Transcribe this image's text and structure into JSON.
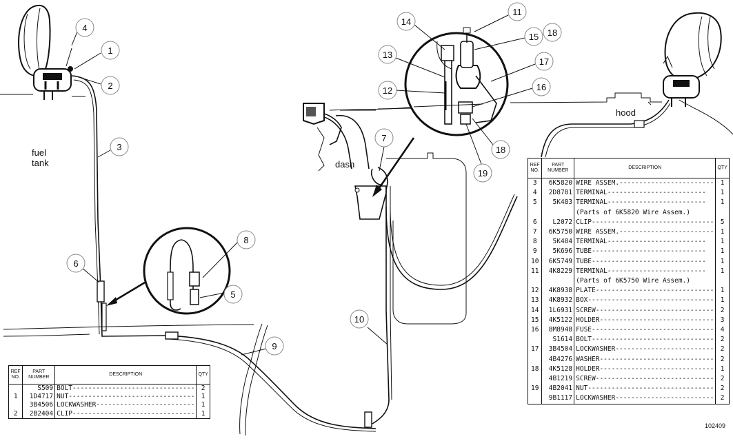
{
  "labels": {
    "fuel_tank": [
      "fuel",
      "tank"
    ],
    "dash": "dash",
    "hood": "hood",
    "doc_number": "102409"
  },
  "callouts": [
    "1",
    "2",
    "3",
    "4",
    "5",
    "6",
    "7",
    "8",
    "9",
    "10",
    "11",
    "12",
    "13",
    "14",
    "15",
    "16",
    "17",
    "18",
    "18",
    "19"
  ],
  "right_table": {
    "headers": {
      "ref": [
        "REF",
        "NO."
      ],
      "part": [
        "PART",
        "NUMBER"
      ],
      "desc": "DESCRIPTION",
      "qty": "QTY"
    },
    "rows": [
      {
        "ref": "3",
        "part": "6K5820",
        "desc": "WIRE ASSEM.------------------------",
        "qty": "1"
      },
      {
        "ref": "4",
        "part": "2D8781",
        "desc": "  TERMINAL-------------------------",
        "qty": "1"
      },
      {
        "ref": "5",
        "part": "5K483",
        "desc": "  TERMINAL-------------------------",
        "qty": "1"
      },
      {
        "ref": "",
        "part": "",
        "desc": "   (Parts of 6K5820 Wire Assem.)",
        "qty": ""
      },
      {
        "ref": "6",
        "part": "L2072",
        "desc": "CLIP-------------------------------",
        "qty": "5"
      },
      {
        "ref": "7",
        "part": "6K5750",
        "desc": "WIRE ASSEM.------------------------",
        "qty": "1"
      },
      {
        "ref": "8",
        "part": "5K484",
        "desc": "  TERMINAL-------------------------",
        "qty": "1"
      },
      {
        "ref": "9",
        "part": "5K696",
        "desc": "  TUBE-----------------------------",
        "qty": "1"
      },
      {
        "ref": "10",
        "part": "6K5749",
        "desc": "  TUBE-----------------------------",
        "qty": "1"
      },
      {
        "ref": "11",
        "part": "4K8229",
        "desc": "  TERMINAL-------------------------",
        "qty": "1"
      },
      {
        "ref": "",
        "part": "",
        "desc": "   (Parts of 6K5750 Wire Assem.)",
        "qty": ""
      },
      {
        "ref": "12",
        "part": "4K8938",
        "desc": "PLATE------------------------------",
        "qty": "1"
      },
      {
        "ref": "13",
        "part": "4K8932",
        "desc": "BOX--------------------------------",
        "qty": "1"
      },
      {
        "ref": "14",
        "part": "1L6931",
        "desc": "SCREW------------------------------",
        "qty": "2"
      },
      {
        "ref": "15",
        "part": "4K5122",
        "desc": "HOLDER-----------------------------",
        "qty": "3"
      },
      {
        "ref": "16",
        "part": "8M8948",
        "desc": "FUSE-------------------------------",
        "qty": "4"
      },
      {
        "ref": "",
        "part": "S1614",
        "desc": "BOLT-------------------------------",
        "qty": "2"
      },
      {
        "ref": "17",
        "part": "3B4504",
        "desc": "LOCKWASHER-------------------------",
        "qty": "2"
      },
      {
        "ref": "",
        "part": "4B4276",
        "desc": "WASHER-----------------------------",
        "qty": "2"
      },
      {
        "ref": "18",
        "part": "4K5128",
        "desc": "HOLDER-----------------------------",
        "qty": "1"
      },
      {
        "ref": "",
        "part": "4B1219",
        "desc": "SCREW------------------------------",
        "qty": "2"
      },
      {
        "ref": "19",
        "part": "4B2041",
        "desc": "NUT--------------------------------",
        "qty": "2"
      },
      {
        "ref": "",
        "part": "9B1117",
        "desc": "LOCKWASHER-------------------------",
        "qty": "2"
      }
    ]
  },
  "left_table": {
    "headers": {
      "ref": [
        "REF",
        "NO."
      ],
      "part": [
        "PART",
        "NUMBER"
      ],
      "desc": "DESCRIPTION",
      "qty": "QTY"
    },
    "rows": [
      {
        "ref": "",
        "part": "S509",
        "desc": "BOLT-------------------------------",
        "qty": "2"
      },
      {
        "ref": "1",
        "part": "1D4717",
        "desc": "NUT--------------------------------",
        "qty": "1"
      },
      {
        "ref": "",
        "part": "3B4506",
        "desc": "LOCKWASHER-------------------------",
        "qty": "1"
      },
      {
        "ref": "2",
        "part": "2B2404",
        "desc": "CLIP-------------------------------",
        "qty": "1"
      }
    ]
  }
}
